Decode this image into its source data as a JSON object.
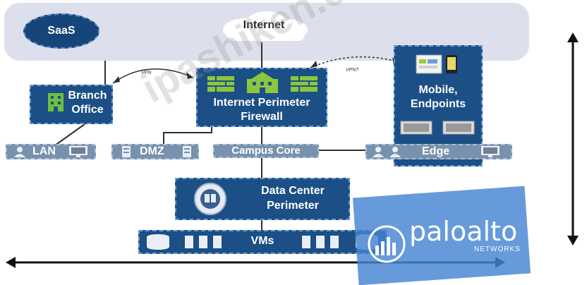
{
  "nodes": {
    "saas": "SaaS",
    "internet": "Internet",
    "branch_office": "Branch Office",
    "firewall": "Internet Perimeter Firewall",
    "mobile": "Mobile, Endpoints",
    "lan": "LAN",
    "dmz": "DMZ",
    "campus_core": "Campus Core",
    "edge": "Edge",
    "data_center": "Data Center Perimeter",
    "vms": "VMs"
  },
  "links": {
    "vpn_left": "VPN",
    "vpn_right": "VPN?"
  },
  "watermark": "ipashiken.com",
  "logo": {
    "name": "paloalto",
    "sub": "NETWORKS"
  },
  "colors": {
    "node_fill": "#1b4f86",
    "node_border": "#6b9bd0",
    "bar_fill": "#7891ac",
    "cloud_band": "#dde0ec",
    "logo_fill": "#4684d2"
  }
}
